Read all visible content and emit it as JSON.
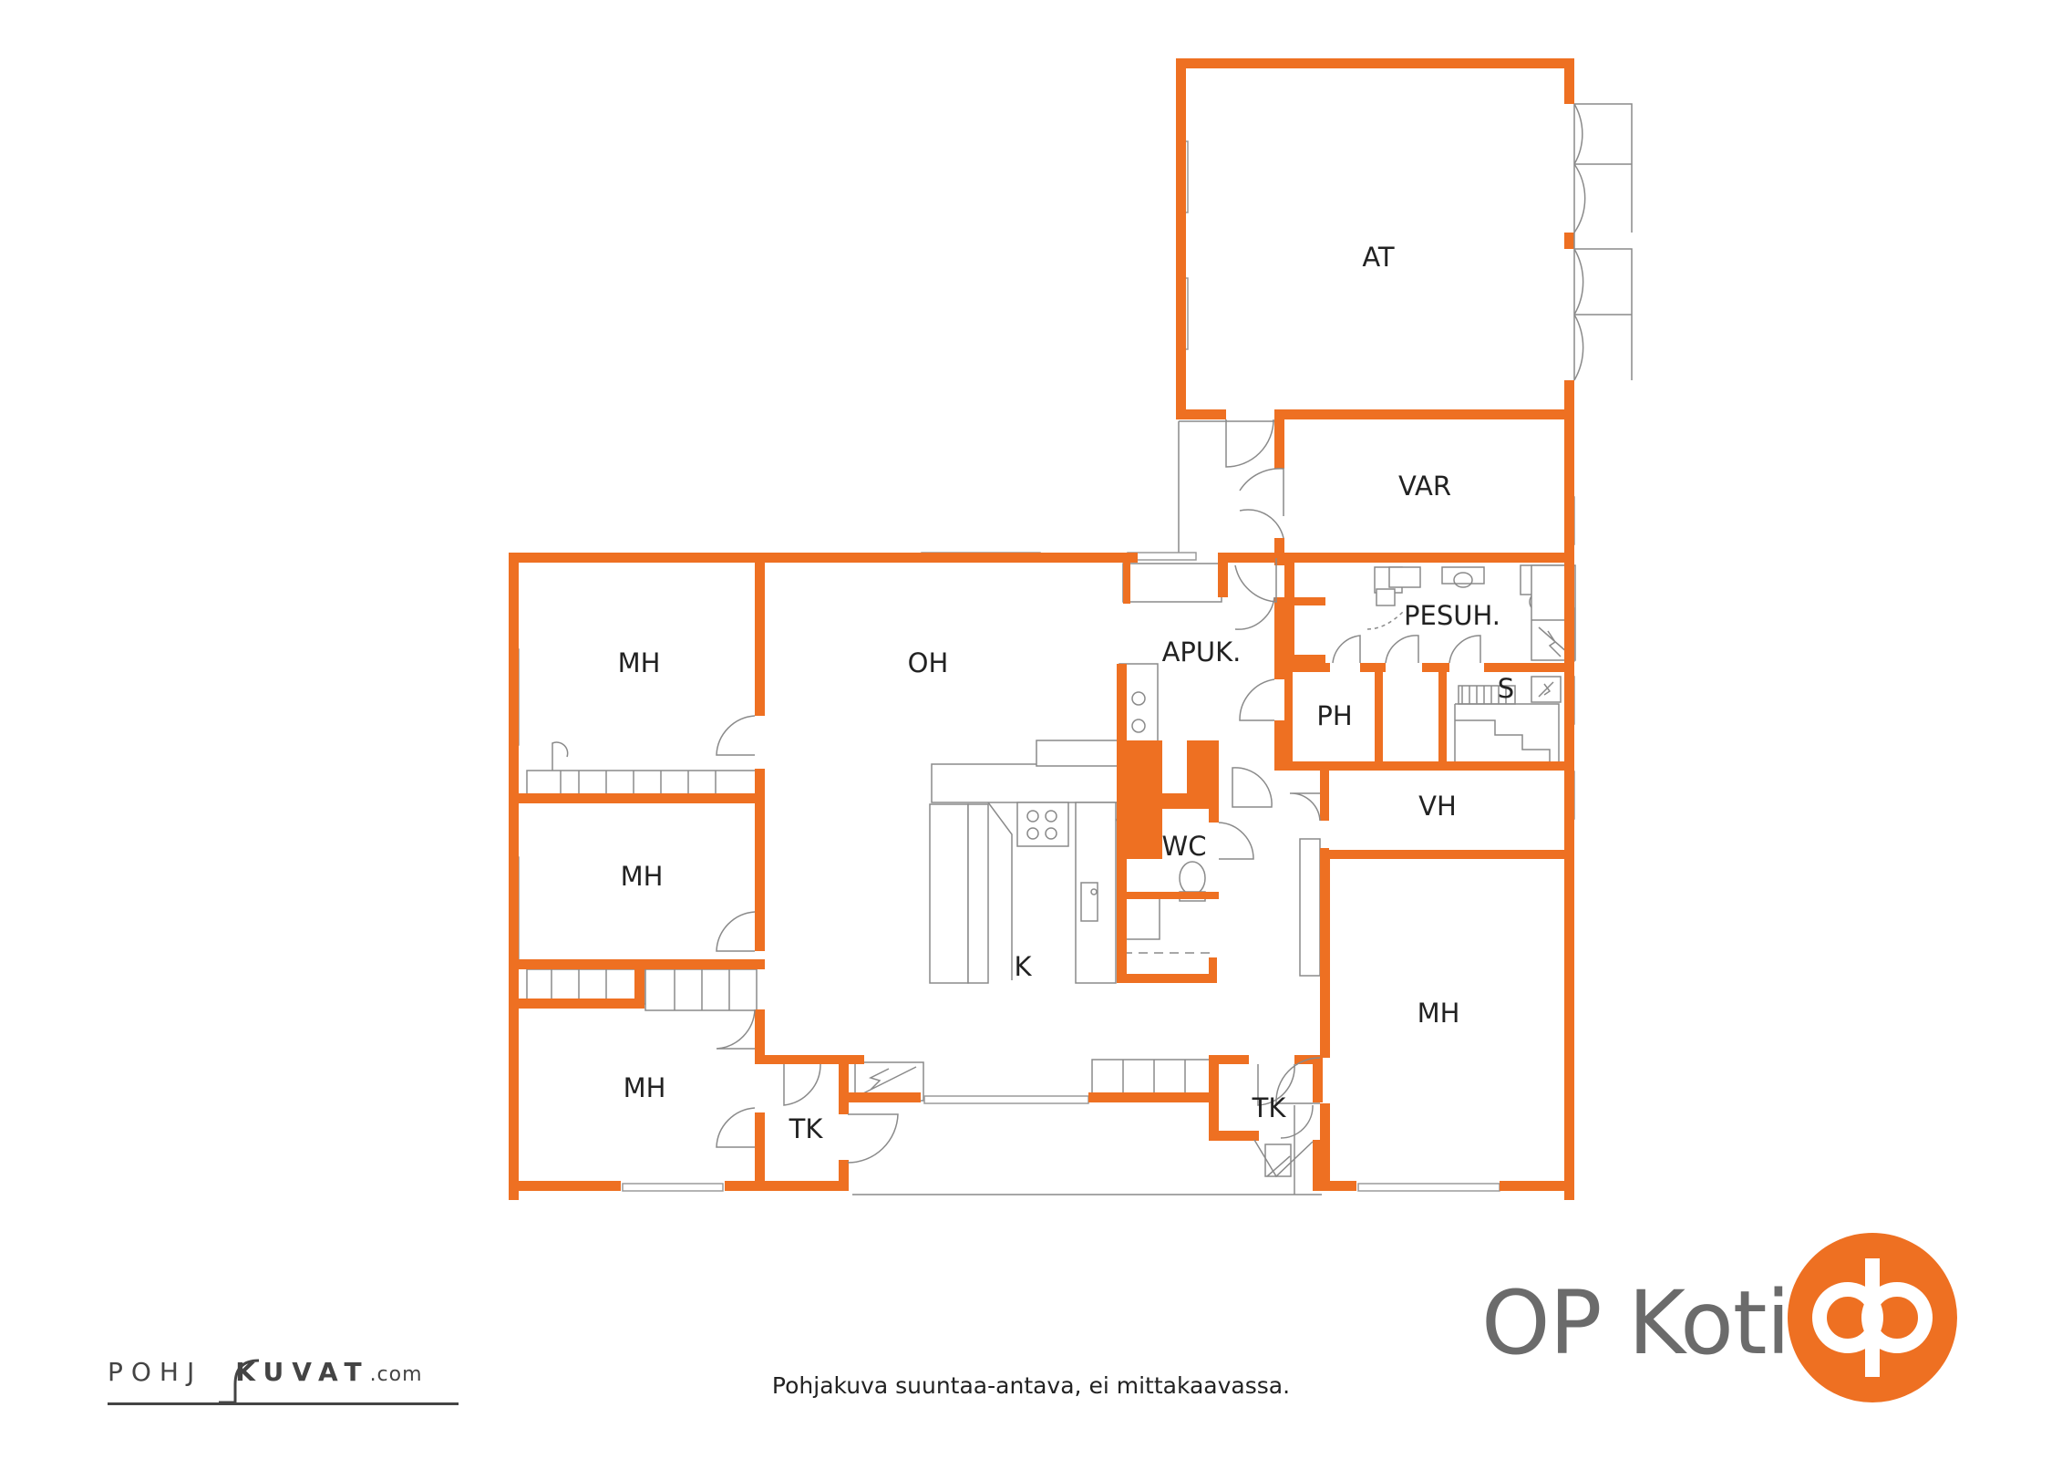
{
  "rooms": {
    "at": "AT",
    "var": "VAR",
    "pesuh": "PESUH.",
    "s": "S",
    "ph": "PH",
    "apuk": "APUK.",
    "oh": "OH",
    "mh1": "MH",
    "mh2": "MH",
    "mh3": "MH",
    "mh4": "MH",
    "k": "K",
    "wc": "WC",
    "vh": "VH",
    "tk1": "TK",
    "tk2": "TK"
  },
  "caption": "Pohjakuva suuntaa-antava, ei mittakaavassa.",
  "brand": "OP Koti",
  "watermark": {
    "part1": "POHJ",
    "part2": "KUVAT",
    "part3": ".com"
  },
  "colors": {
    "wall": "#ee7022",
    "line": "#8a8a8a",
    "text": "#222222",
    "brand_text": "#6b6b6b"
  },
  "icons": [
    "op-logo-icon",
    "door-swing-icon",
    "stairs-icon"
  ]
}
